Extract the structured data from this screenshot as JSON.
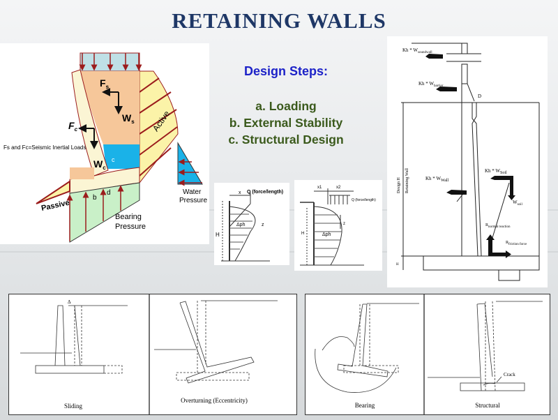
{
  "title": "RETAINING WALLS",
  "design_steps": {
    "heading": "Design Steps:",
    "items": [
      "a.  Loading",
      "b. External Stability",
      "c. Structural Design"
    ]
  },
  "seismic_figure": {
    "fs": "F",
    "fs_sub": "s",
    "ws": "W",
    "ws_sub": "s",
    "fc": "F",
    "fc_sub": "c",
    "wc": "W",
    "wc_sub": "c",
    "note": "Fs and Fc=Seismic Inertial Loads",
    "active": "Active",
    "water_pressure": [
      "Water",
      "Pressure"
    ],
    "passive": "Passive",
    "bearing_pressure": [
      "Bearing",
      "Pressure"
    ],
    "point_b": "b",
    "point_c": "c",
    "point_d": "d",
    "colors": {
      "load": "#bfe0e6",
      "soil": "#f6c79a",
      "water": "#1ab2e8",
      "active": "#fbf3a8",
      "bearing": "#c9f0c8",
      "arrow": "#9b1c1c"
    }
  },
  "surcharge_figure_1": {
    "load": "Q (force/length)",
    "x": "x",
    "h": "H",
    "z": "z",
    "delta": "Δph"
  },
  "surcharge_figure_2": {
    "x1": "x1",
    "x2": "x2",
    "load": "Q (force/length)",
    "h": "H",
    "z": "z",
    "delta": "Δph"
  },
  "wall_forces_figure": {
    "kh_soundwall": "Kh * W",
    "soundwall_sub": "soundwall",
    "kh_barrier": "Kh * W",
    "barrier_sub": "barrier",
    "d": "D",
    "design_h": "Design H",
    "retaining_wall": "Retaining Wall",
    "kh_wall": "Kh * W",
    "wall_sub": "Wall",
    "kh_soil": "Kh * W",
    "soil_sub": "Soil",
    "w_soil": "W",
    "w_soil_sub": "soil",
    "r_normal": "R",
    "r_normal_sub": "normal reaction",
    "r_friction": "R",
    "r_friction_sub": "friction force",
    "footing_h": "H"
  },
  "failure_modes": {
    "sliding": "Sliding",
    "sliding_delta": "Δ",
    "overturning": "Overturning (Eccentricity)",
    "bearing": "Bearing",
    "structural": "Structural",
    "crack": "Crack"
  }
}
